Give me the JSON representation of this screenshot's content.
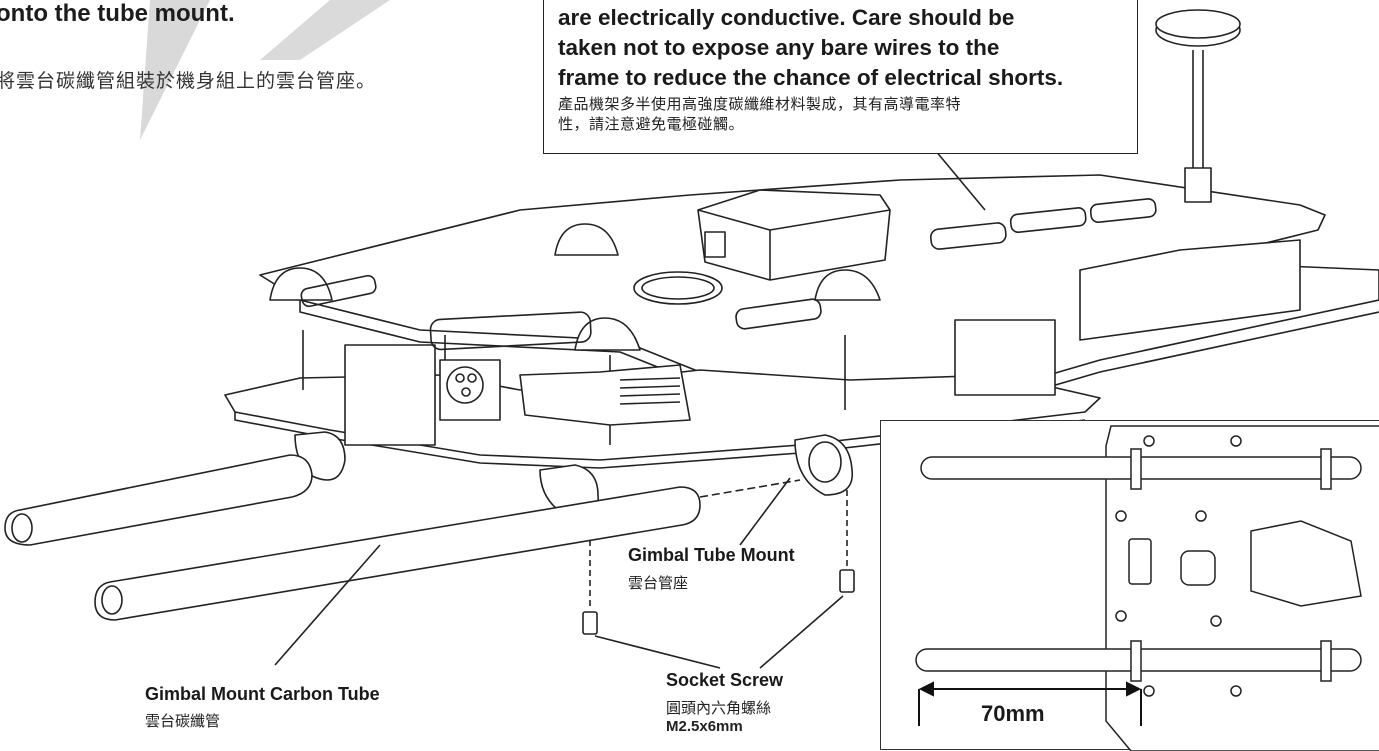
{
  "caption": {
    "en": "onto the tube mount.",
    "zh": "將雲台碳纖管組裝於機身組上的雲台管座。"
  },
  "note": {
    "en_lines": [
      "are electrically conductive.  Care should be",
      "taken not to expose any bare wires to the",
      "frame to reduce the chance of electrical shorts."
    ],
    "zh_lines": [
      "產品機架多半使用高強度碳纖維材料製成，其有高導電率特",
      "性，請注意避免電極碰觸。"
    ]
  },
  "labels": {
    "gimbal_tube_mount": {
      "en": "Gimbal Tube Mount",
      "zh": "雲台管座"
    },
    "carbon_tube": {
      "en": "Gimbal Mount Carbon Tube",
      "zh": "雲台碳纖管"
    },
    "socket_screw": {
      "en": "Socket Screw",
      "zh": "圓頭內六角螺絲",
      "spec": "M2.5x6mm"
    }
  },
  "inset": {
    "dimension": "70mm"
  }
}
